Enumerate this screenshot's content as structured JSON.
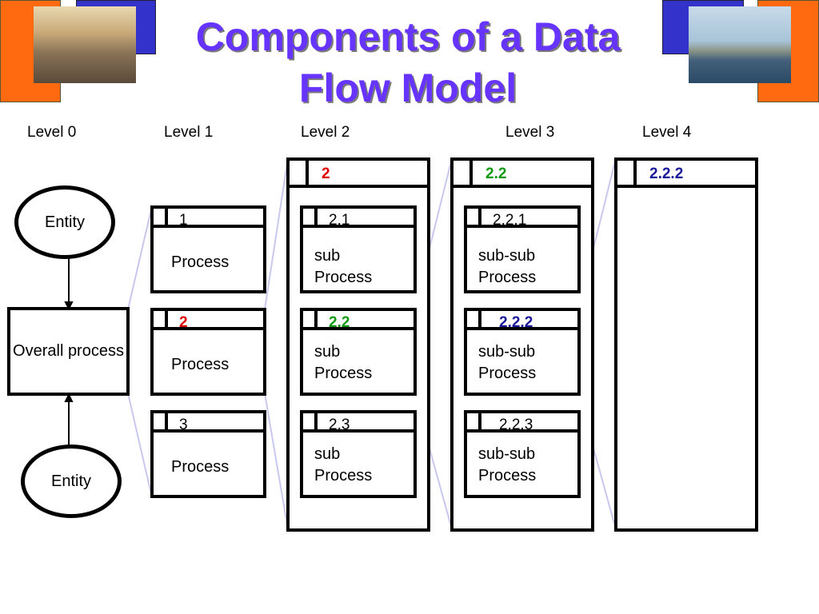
{
  "title": "Components of a Data Flow Model",
  "levels": [
    "Level 0",
    "Level 1",
    "Level 2",
    "Level 3",
    "Level 4"
  ],
  "level0": {
    "entity_top": "Entity",
    "overall": "Overall process",
    "entity_bottom": "Entity"
  },
  "level1": [
    {
      "num": "1",
      "label": "Process"
    },
    {
      "num": "2",
      "label": "Process"
    },
    {
      "num": "3",
      "label": "Process"
    }
  ],
  "level2": {
    "header": "2",
    "items": [
      {
        "num": "2.1",
        "label": "sub Process"
      },
      {
        "num": "2.2",
        "label": "sub Process"
      },
      {
        "num": "2.3",
        "label": "sub Process"
      }
    ]
  },
  "level3": {
    "header": "2.2",
    "items": [
      {
        "num": "2.2.1",
        "label": "sub-sub Process"
      },
      {
        "num": "2.2.2",
        "label": "sub-sub Process"
      },
      {
        "num": "2.2.3",
        "label": "sub-sub Process"
      }
    ]
  },
  "level4": {
    "header": "2.2.2"
  },
  "colors": {
    "title": "#6633ff",
    "red": "#e00000",
    "green": "#119911",
    "navy": "#1a1a99",
    "connector": "#c8c8ee",
    "deco_orange": "#ff6a10",
    "deco_blue": "#3333cc"
  }
}
